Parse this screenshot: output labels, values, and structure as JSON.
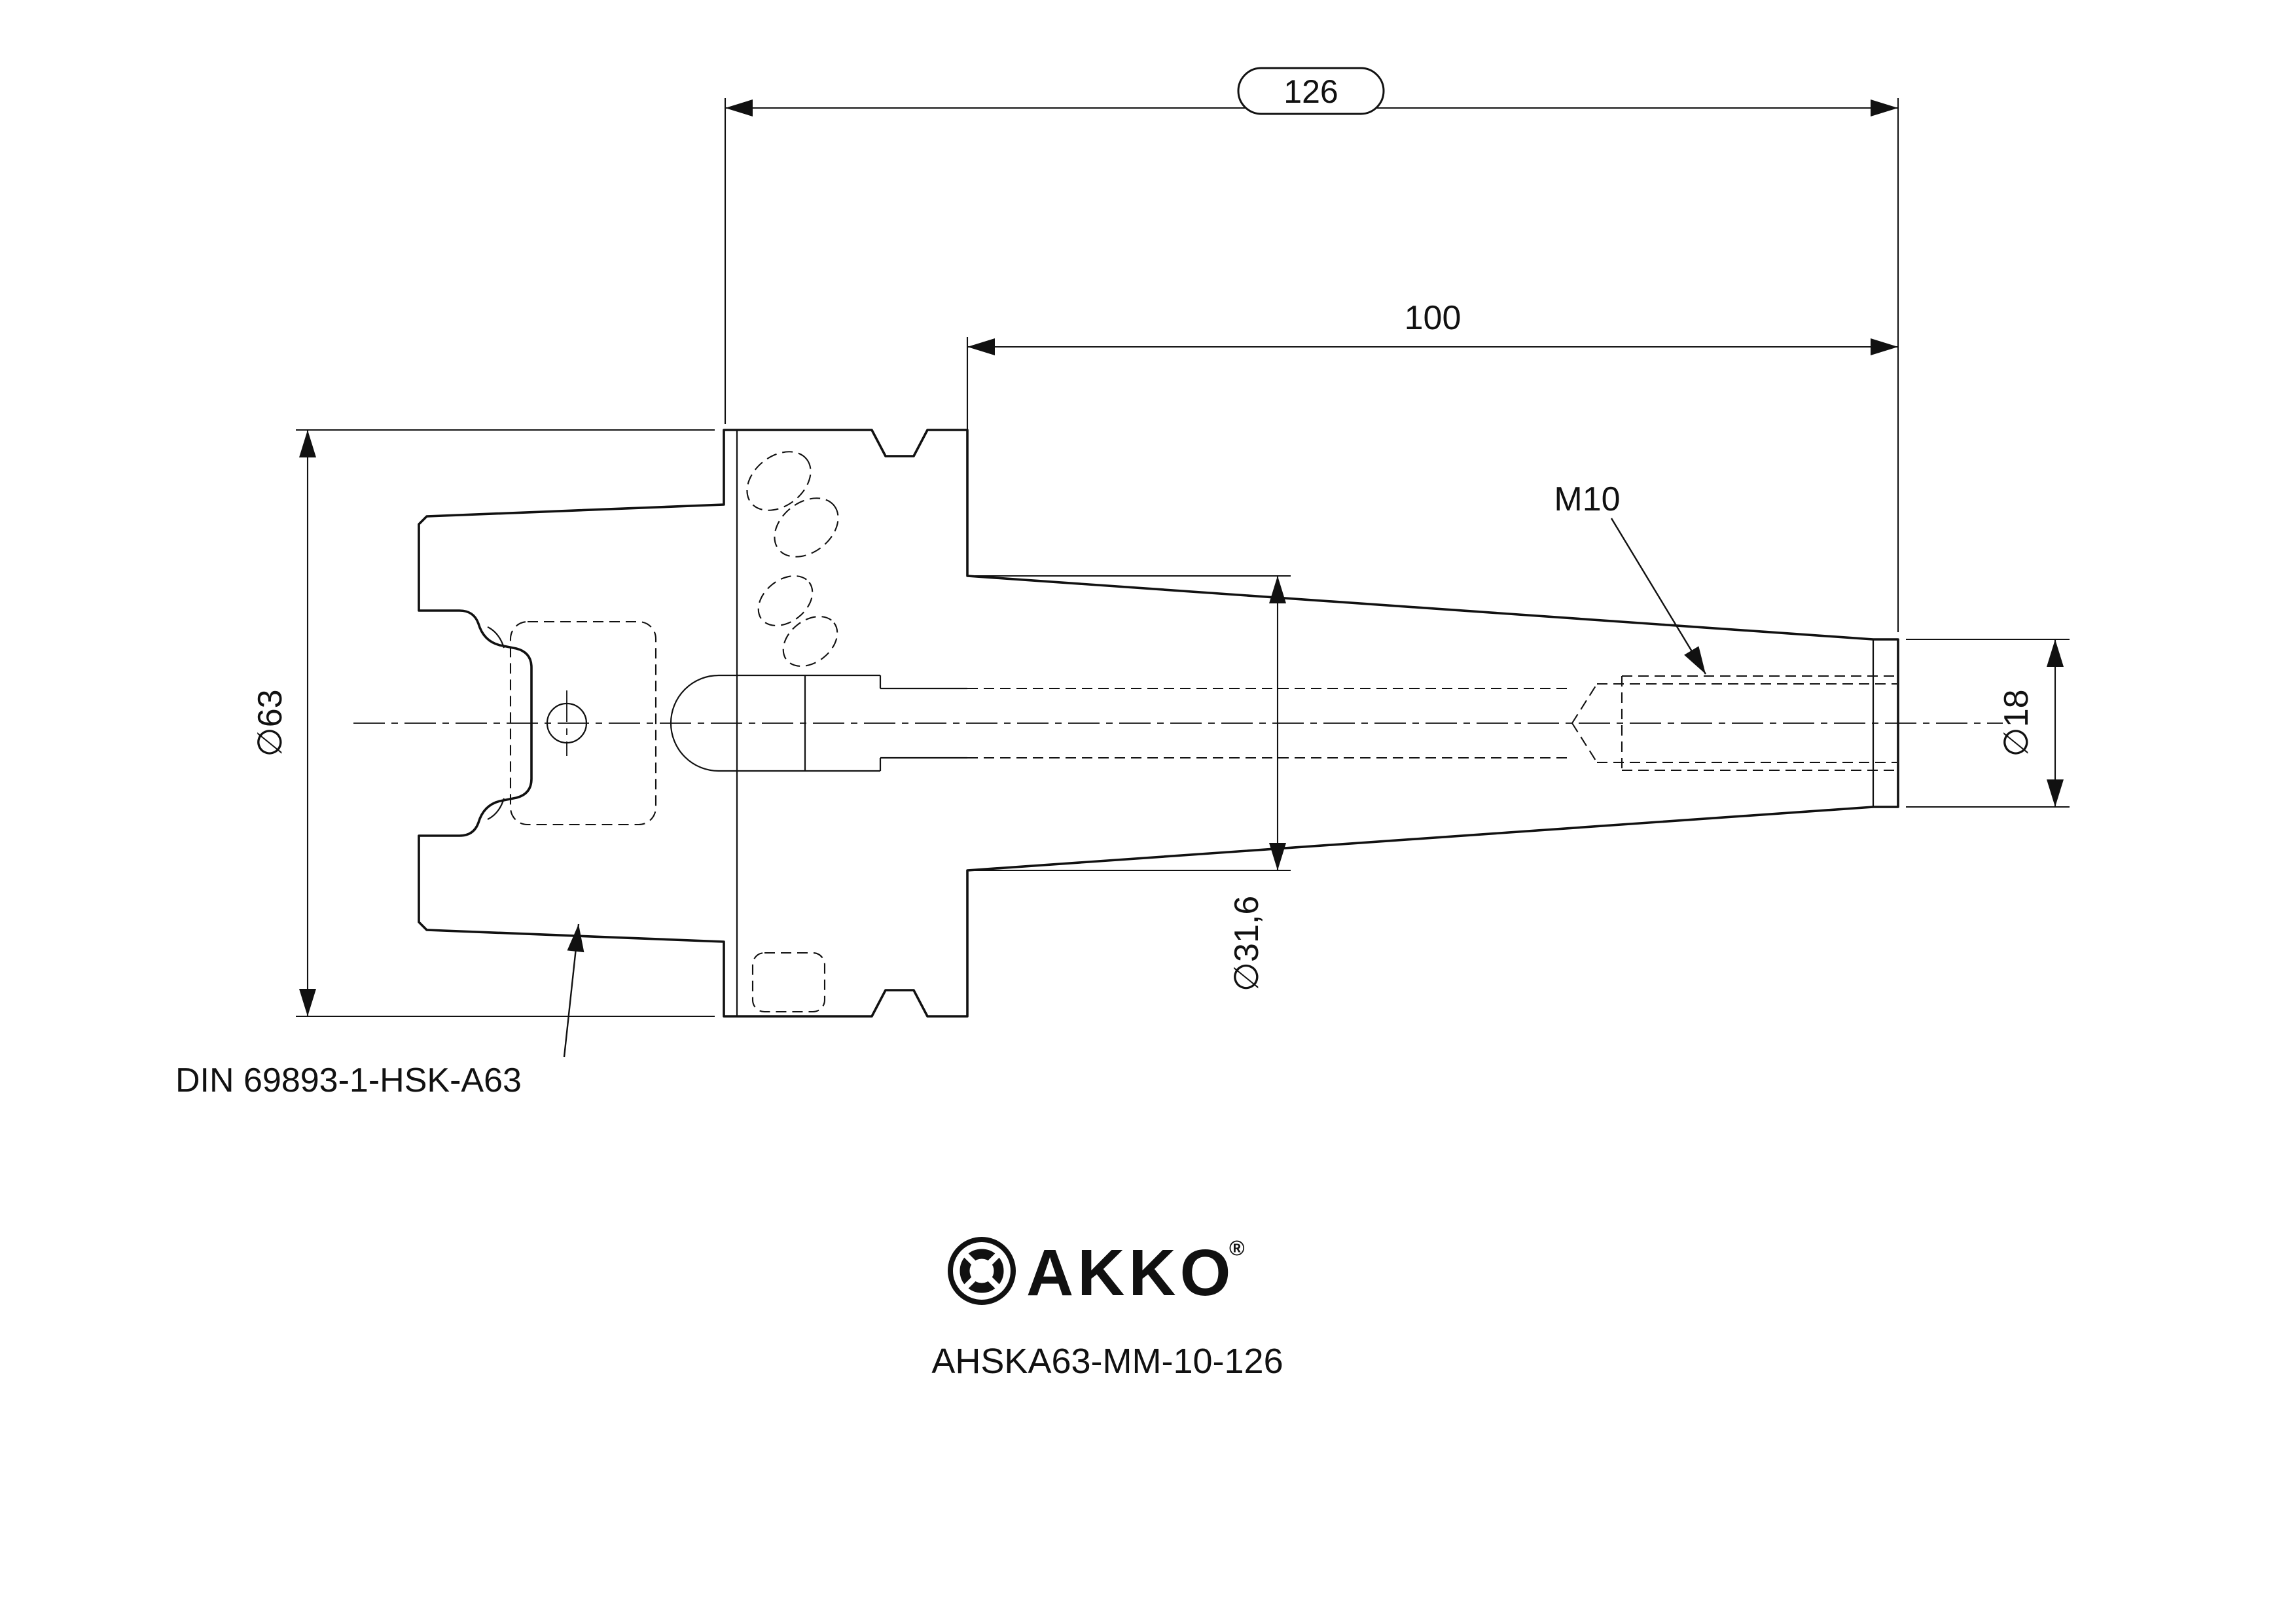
{
  "drawing": {
    "dimensions": {
      "overall_length": "126",
      "taper_length": "100",
      "flange_diameter": "∅63",
      "tip_diameter": "∅18",
      "taper_big_diameter": "∅31,6",
      "thread": "M10"
    },
    "labels": {
      "standard": "DIN 69893-1-HSK-A63"
    },
    "footer": {
      "brand": "AKKO",
      "registered": "®",
      "product_code": "AHSKA63-MM-10-126"
    },
    "colors": {
      "line": "#111111",
      "background": "#ffffff"
    }
  }
}
